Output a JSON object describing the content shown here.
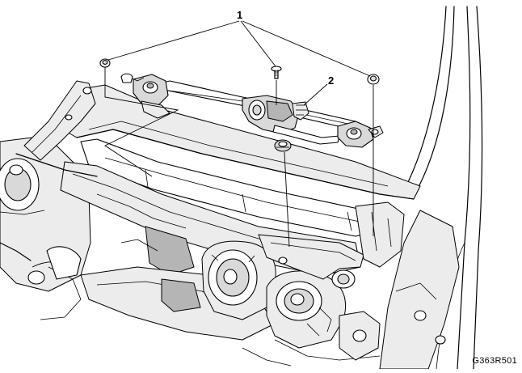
{
  "callouts": [
    {
      "id": "1"
    },
    {
      "id": "2"
    }
  ],
  "figure_code": "G363R501"
}
